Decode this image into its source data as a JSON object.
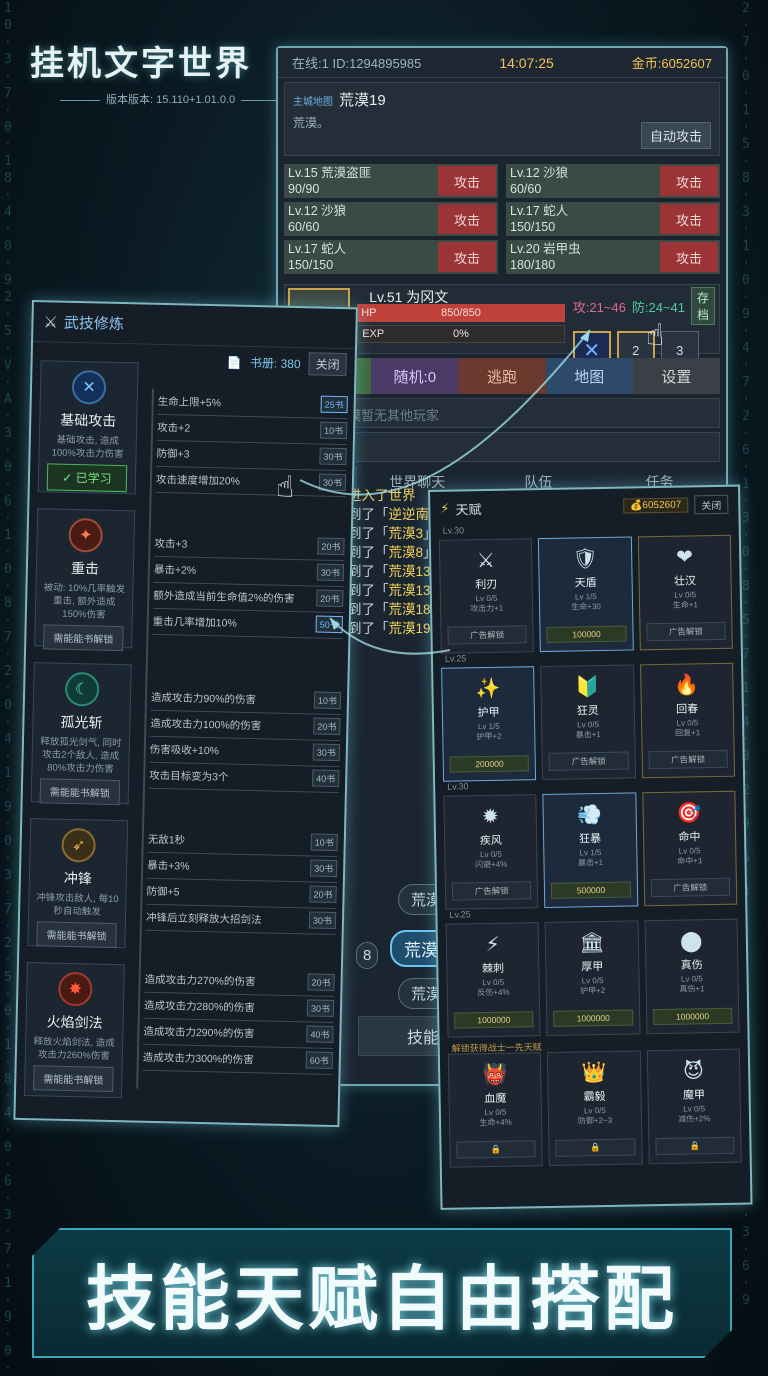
{
  "logo": {
    "title": "挂机文字世界",
    "version": "版本版本: 15.110+1.01.0.0"
  },
  "status": {
    "online": "在线:1 ID:1294895985",
    "time": "14:07:25",
    "gold": "金币:6052607"
  },
  "map": {
    "tag": "主城地图",
    "name": "荒漠19",
    "desc": "荒漠。",
    "auto_button": "自动攻击"
  },
  "monsters": [
    {
      "name": "Lv.15 荒漠盗匪",
      "hp": "90/90",
      "attack": "攻击"
    },
    {
      "name": "Lv.12 沙狼",
      "hp": "60/60",
      "attack": "攻击"
    },
    {
      "name": "Lv.12 沙狼",
      "hp": "60/60",
      "attack": "攻击"
    },
    {
      "name": "Lv.17 蛇人",
      "hp": "150/150",
      "attack": "攻击"
    },
    {
      "name": "Lv.17 蛇人",
      "hp": "150/150",
      "attack": "攻击"
    },
    {
      "name": "Lv.20 岩甲虫",
      "hp": "180/180",
      "attack": "攻击"
    }
  ],
  "player": {
    "level_name": "Lv.51 为冈文",
    "hp_label": "HP",
    "hp_value": "850/850",
    "exp_label": "EXP",
    "exp_value": "0%",
    "attack": "攻:21~46",
    "defense": "防:24~41",
    "save": "存档",
    "slot2": "2",
    "slot3": "3"
  },
  "menu": {
    "random": "随机:0",
    "flee": "逃跑",
    "map": "地图",
    "settings": "设置"
  },
  "notice": "荒漠暂无其他玩家",
  "tabs": {
    "world": "世界聊天",
    "team": "队伍",
    "task": "任务"
  },
  "log": [
    {
      "text": "进入了世界",
      "kind": "sys"
    },
    {
      "prefix": "到了「",
      "place": "逆逆南门",
      "suffix": "」"
    },
    {
      "prefix": "到了「",
      "place": "荒漠3",
      "suffix": "」"
    },
    {
      "prefix": "到了「",
      "place": "荒漠8",
      "suffix": "」"
    },
    {
      "prefix": "到了「",
      "place": "荒漠13",
      "suffix": "」"
    },
    {
      "prefix": "到了「",
      "place": "荒漠13",
      "suffix": "」"
    },
    {
      "prefix": "到了「",
      "place": "荒漠18",
      "suffix": "」"
    },
    {
      "prefix": "到了「",
      "place": "荒漠19",
      "suffix": "」"
    }
  ],
  "bottom": {
    "pill1": "荒漠",
    "pill2": "荒漠",
    "pill3": "荒漠",
    "num": "8",
    "skill_button": "技能"
  },
  "skill_panel": {
    "title": "武技修炼",
    "books_label": "书册: 380",
    "close": "关闭",
    "skills": [
      {
        "name": "基础攻击",
        "desc": "基础攻击, 造成100%攻击力伤害",
        "button": "✓ 已学习",
        "effects": [
          {
            "t": "生命上限+5%",
            "c": "25书"
          },
          {
            "t": "攻击+2",
            "c": "10书"
          },
          {
            "t": "防御+3",
            "c": "30书"
          },
          {
            "t": "攻击速度增加20%",
            "c": "30书"
          }
        ]
      },
      {
        "name": "重击",
        "desc": "被动: 10%几率触发重击, 额外造成150%伤害",
        "button": "需能能书解锁",
        "effects": [
          {
            "t": "攻击+3",
            "c": "20书"
          },
          {
            "t": "暴击+2%",
            "c": "30书"
          },
          {
            "t": "额外造成当前生命值2%的伤害",
            "c": "20书"
          },
          {
            "t": "重击几率增加10%",
            "c": "50书"
          }
        ]
      },
      {
        "name": "孤光斩",
        "desc": "释放孤光剑气, 同时攻击2个敌人, 造成80%攻击力伤害",
        "button": "需能能书解锁",
        "effects": [
          {
            "t": "造成攻击力90%的伤害",
            "c": "10书"
          },
          {
            "t": "造成攻击力100%的伤害",
            "c": "20书"
          },
          {
            "t": "伤害吸收+10%",
            "c": "30书"
          },
          {
            "t": "攻击目标变为3个",
            "c": "40书"
          }
        ]
      },
      {
        "name": "冲锋",
        "desc": "冲锋攻击敌人, 每10秒自动触发",
        "button": "需能能书解锁",
        "effects": [
          {
            "t": "无敌1秒",
            "c": "10书"
          },
          {
            "t": "暴击+3%",
            "c": "30书"
          },
          {
            "t": "防御+5",
            "c": "20书"
          },
          {
            "t": "冲锋后立刻释放大招剑法",
            "c": "30书"
          }
        ]
      },
      {
        "name": "火焰剑法",
        "desc": "释放火焰剑法, 造成攻击力260%伤害",
        "button": "需能能书解锁",
        "effects": [
          {
            "t": "造成攻击力270%的伤害",
            "c": "20书"
          },
          {
            "t": "造成攻击力280%的伤害",
            "c": "30书"
          },
          {
            "t": "造成攻击力290%的伤害",
            "c": "40书"
          },
          {
            "t": "造成攻击力300%的伤害",
            "c": "60书"
          }
        ]
      }
    ]
  },
  "talent_panel": {
    "title": "天赋",
    "gold": "6052607",
    "close": "关闭",
    "groups": [
      {
        "level": "Lv.30",
        "cards": [
          {
            "name": "利刃",
            "lv": "Lv 0/5",
            "eff": "攻击力+1",
            "btn": "广告解锁",
            "icon": "⚔",
            "style": ""
          },
          {
            "name": "天盾",
            "lv": "Lv 1/5",
            "eff": "生命+30",
            "btn": "100000",
            "icon": "🛡",
            "style": "sel"
          },
          {
            "name": "壮汉",
            "lv": "Lv 0/5",
            "eff": "生命+1",
            "btn": "广告解锁",
            "icon": "❤",
            "style": "gold"
          }
        ]
      },
      {
        "level": "Lv.25",
        "cards": [
          {
            "name": "护甲",
            "lv": "Lv 1/5",
            "eff": "护甲+2",
            "btn": "200000",
            "icon": "✨",
            "style": "sel"
          },
          {
            "name": "狂灵",
            "lv": "Lv 0/5",
            "eff": "暴击+1",
            "btn": "广告解锁",
            "icon": "🔰",
            "style": ""
          },
          {
            "name": "回春",
            "lv": "Lv 0/5",
            "eff": "回复+1",
            "btn": "广告解锁",
            "icon": "🔥",
            "style": "gold"
          }
        ]
      },
      {
        "level": "Lv.30",
        "cards": [
          {
            "name": "疾风",
            "lv": "Lv 0/5",
            "eff": "闪避+4%",
            "btn": "广告解锁",
            "icon": "✹",
            "style": ""
          },
          {
            "name": "狂暴",
            "lv": "Lv 1/5",
            "eff": "暴击+1",
            "btn": "500000",
            "icon": "💨",
            "style": "sel"
          },
          {
            "name": "命中",
            "lv": "Lv 0/5",
            "eff": "命中+1",
            "btn": "广告解锁",
            "icon": "🎯",
            "style": "gold"
          }
        ]
      },
      {
        "level": "Lv.25",
        "cards": [
          {
            "name": "棘刺",
            "lv": "Lv 0/5",
            "eff": "反伤+4%",
            "btn": "1000000",
            "icon": "⚡",
            "style": ""
          },
          {
            "name": "厚甲",
            "lv": "Lv 0/5",
            "eff": "护甲+2",
            "btn": "1000000",
            "icon": "🏛",
            "style": ""
          },
          {
            "name": "真伤",
            "lv": "Lv 0/5",
            "eff": "真伤+1",
            "btn": "1000000",
            "icon": "⬤",
            "style": ""
          }
        ]
      },
      {
        "level": "",
        "note": "解锁获得战士一先天赋",
        "cards": [
          {
            "name": "血魔",
            "lv": "Lv 0/5",
            "eff": "生命+4%",
            "btn": "🔒",
            "icon": "👹",
            "style": ""
          },
          {
            "name": "霸毅",
            "lv": "Lv 0/5",
            "eff": "防御+2~3",
            "btn": "🔒",
            "icon": "👑",
            "style": ""
          },
          {
            "name": "魔甲",
            "lv": "Lv 0/5",
            "eff": "减伤+2%",
            "btn": "🔒",
            "icon": "😈",
            "style": ""
          }
        ]
      }
    ]
  },
  "banner": "技能天赋自由搭配",
  "colors": {
    "accent": "#7fb6c0",
    "gold": "#f4c25a",
    "attack_red": "#9a3436"
  }
}
